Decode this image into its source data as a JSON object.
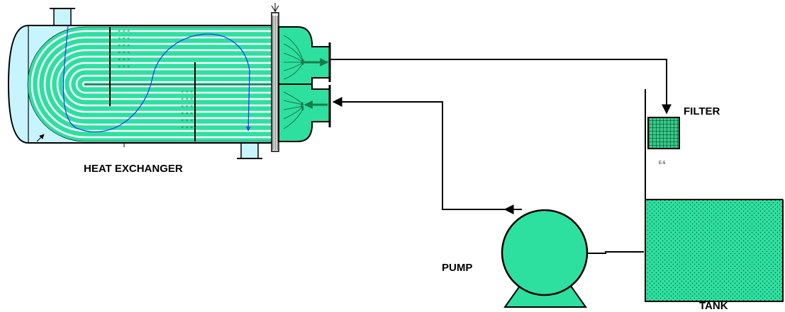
{
  "labels": {
    "heat_exchanger": "HEAT EXCHANGER",
    "filter": "FILTER",
    "filter_tag": "E-5",
    "pump": "PUMP",
    "tank": "TANK"
  },
  "colors": {
    "fluid": "#2ee0a0",
    "tubes": "#ffffff",
    "shell_end": "#c8f4ff",
    "filter": "#33cc88",
    "outline": "#000000",
    "flow_path": "#1a3cff"
  }
}
